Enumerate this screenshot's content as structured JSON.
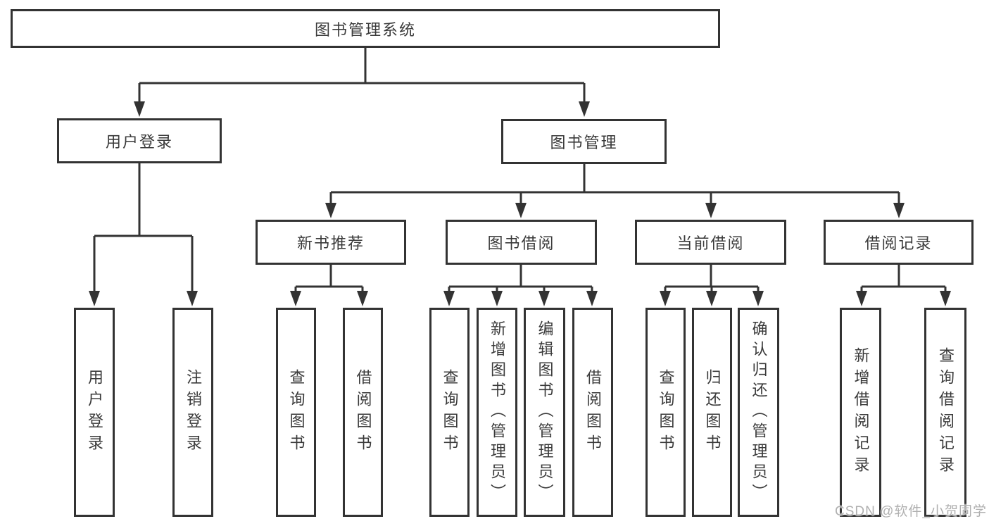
{
  "tree": {
    "label": "图书管理系统",
    "children": [
      {
        "label": "用户登录",
        "children": [
          {
            "label": "用户登录"
          },
          {
            "label": "注销登录"
          }
        ]
      },
      {
        "label": "图书管理",
        "children": [
          {
            "label": "新书推荐",
            "children": [
              {
                "label": "查询图书"
              },
              {
                "label": "借阅图书"
              }
            ]
          },
          {
            "label": "图书借阅",
            "children": [
              {
                "label": "查询图书"
              },
              {
                "label": "新增图书（管理员）"
              },
              {
                "label": "编辑图书（管理员）"
              },
              {
                "label": "借阅图书"
              }
            ]
          },
          {
            "label": "当前借阅",
            "children": [
              {
                "label": "查询图书"
              },
              {
                "label": "归还图书"
              },
              {
                "label": "确认归还（管理员）"
              }
            ]
          },
          {
            "label": "借阅记录",
            "children": [
              {
                "label": "新增借阅记录"
              },
              {
                "label": "查询借阅记录"
              }
            ]
          }
        ]
      }
    ]
  },
  "watermark": {
    "text": "CSDN @软件_小贺同学"
  },
  "colors": {
    "line": "#333333",
    "box_border": "#333333",
    "text": "#3a3a3a",
    "watermark": "#b0b0b0",
    "background": "#ffffff"
  }
}
